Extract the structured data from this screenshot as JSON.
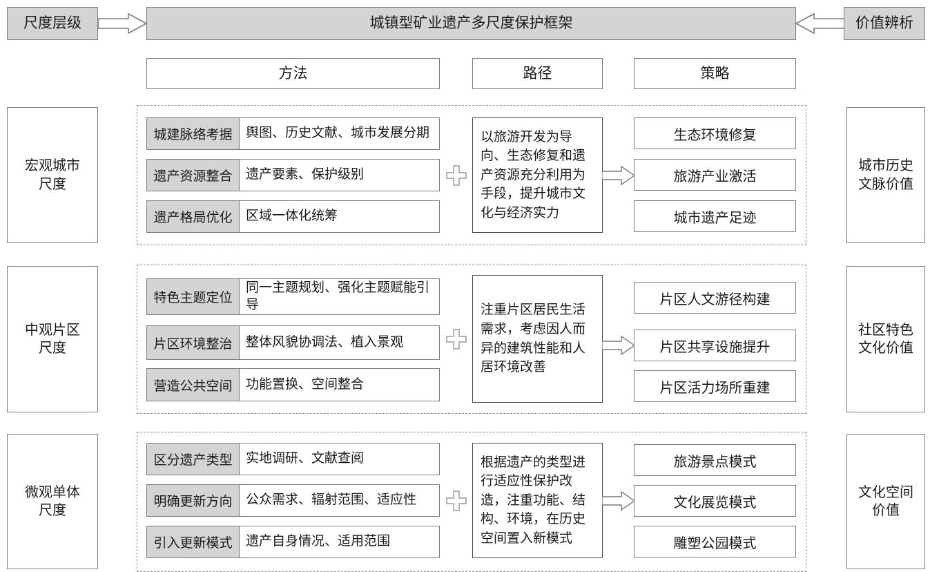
{
  "header": {
    "left_label": "尺度层级",
    "title": "城镇型矿业遗产多尺度保护框架",
    "right_label": "价值辨析"
  },
  "columns": {
    "method": "方法",
    "path": "路径",
    "strategy": "策略"
  },
  "colors": {
    "gray_fill": "#d4d4d4",
    "border": "#7a7a7a",
    "dashed_border": "#8a8a8a",
    "background": "#ffffff",
    "text": "#1a1a1a"
  },
  "rows": [
    {
      "scale": "宏观城市\n尺度",
      "methods": [
        {
          "label": "城建脉络考据",
          "value": "舆图、历史文献、城市发展分期"
        },
        {
          "label": "遗产资源整合",
          "value": "遗产要素、保护级别"
        },
        {
          "label": "遗产格局优化",
          "value": "区域一体化统筹"
        }
      ],
      "path": "以旅游开发为导向、生态修复和遗产资源充分利用为手段，提升城市文化与经济实力",
      "strategies": [
        "生态环境修复",
        "旅游产业激活",
        "城市遗产足迹"
      ],
      "value": "城市历史\n文脉价值"
    },
    {
      "scale": "中观片区\n尺度",
      "methods": [
        {
          "label": "特色主题定位",
          "value": "同一主题规划、强化主题赋能引导"
        },
        {
          "label": "片区环境整治",
          "value": "整体风貌协调法、植入景观"
        },
        {
          "label": "营造公共空间",
          "value": "功能置换、空间整合"
        }
      ],
      "path": "注重片区居民生活需求，考虑因人而异的建筑性能和人居环境改善",
      "strategies": [
        "片区人文游径构建",
        "片区共享设施提升",
        "片区活力场所重建"
      ],
      "value": "社区特色\n文化价值"
    },
    {
      "scale": "微观单体\n尺度",
      "methods": [
        {
          "label": "区分遗产类型",
          "value": "实地调研、文献查阅"
        },
        {
          "label": "明确更新方向",
          "value": "公众需求、辐射范围、适应性"
        },
        {
          "label": "引入更新模式",
          "value": "遗产自身情况、适用范围"
        }
      ],
      "path": "根据遗产的类型进行适应性保护改造，注重功能、结构、环境，在历史空间置入新模式",
      "strategies": [
        "旅游景点模式",
        "文化展览模式",
        "雕塑公园模式"
      ],
      "value": "文化空间\n价值"
    }
  ],
  "connectors": {
    "plus_symbol": "plus-connector-icon",
    "header_left_arrow": "arrow-right-icon",
    "header_right_arrow": "arrow-left-icon",
    "path_to_strategy_arrow": "arrow-right-icon"
  }
}
